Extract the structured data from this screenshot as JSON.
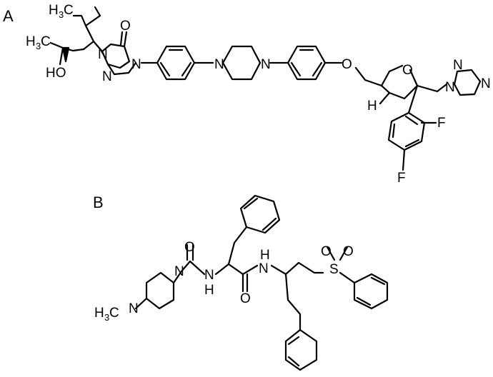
{
  "panels": [
    {
      "label": "A"
    },
    {
      "label": "B"
    }
  ],
  "atoms_a": {
    "methyl": "H",
    "methyl_sub": "3",
    "methyl_c": "C",
    "methyl2": "H",
    "methyl2_sub": "3",
    "methyl2_c": "C",
    "ho": "HO",
    "o_carbonyl": "O",
    "n1": "N",
    "n2": "N",
    "n4": "N",
    "n_pip1": "N",
    "n_pip2": "N",
    "o_ether": "O",
    "o_ring": "O",
    "h": "H",
    "nt1": "N",
    "nt2": "N",
    "nt4": "N",
    "f1": "F",
    "f2": "F"
  },
  "atoms_b": {
    "o_urea": "O",
    "n_pip_top": "N",
    "n_pip_bot": "N",
    "h3c_h": "H",
    "h3c_sub": "3",
    "h3c_c": "C",
    "nh1_n": "N",
    "nh1_h": "H",
    "o_amide": "O",
    "nh2_n": "N",
    "nh2_h": "H",
    "s": "S",
    "o_s1": "O",
    "o_s2": "O"
  }
}
